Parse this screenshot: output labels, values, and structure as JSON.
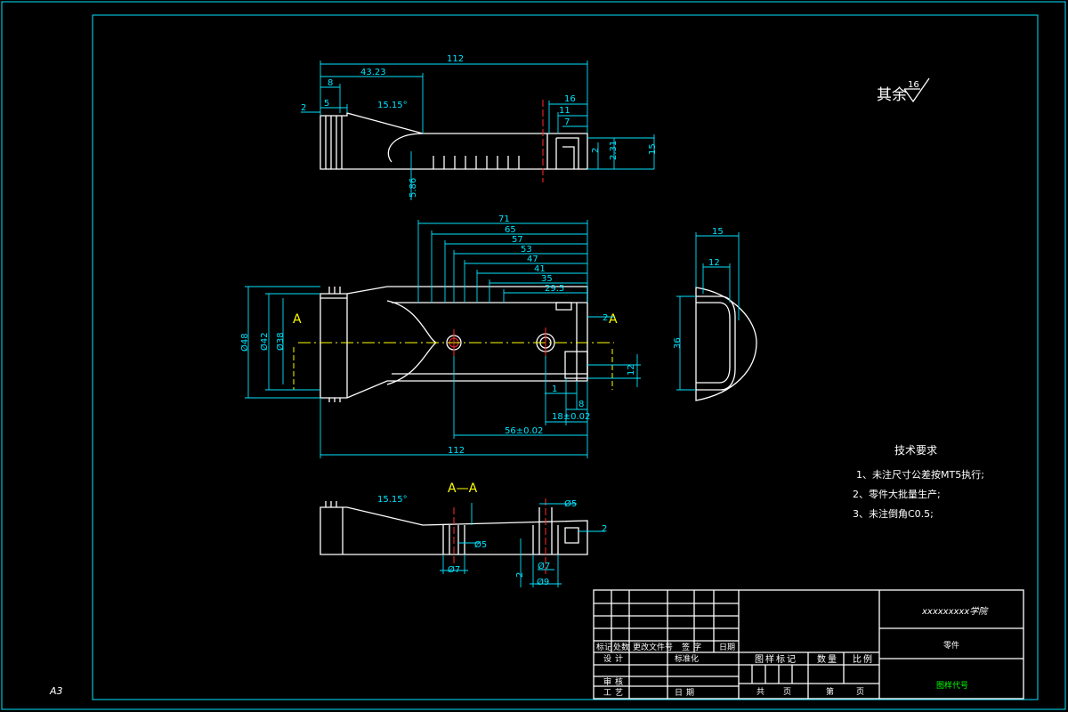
{
  "sheet": {
    "size": "A3",
    "surface_finish_prefix": "其余",
    "surface_finish_value": "16"
  },
  "top_view": {
    "dims": [
      "112",
      "43.23",
      "8",
      "5",
      "2",
      "15.15°",
      "16",
      "11",
      "7",
      "2",
      "2.31",
      "15",
      "5.86"
    ]
  },
  "front_view": {
    "dims_top": [
      "71",
      "65",
      "57",
      "53",
      "47",
      "41",
      "35",
      "29.5"
    ],
    "dims_left": [
      "Ø48",
      "Ø42",
      "Ø38"
    ],
    "dims_bottom": [
      "1",
      "8",
      "18±0.02",
      "56±0.02",
      "112"
    ],
    "dims_right": [
      "12"
    ],
    "section_letter": "A",
    "section_offset": "2"
  },
  "side_view": {
    "dims": [
      "15",
      "12",
      "36"
    ]
  },
  "section_view": {
    "title": "A—A",
    "dims": [
      "15.15°",
      "Ø5",
      "Ø5",
      "Ø7",
      "Ø7",
      "Ø9",
      "2",
      "2"
    ]
  },
  "tech_requirements": {
    "title": "技术要求",
    "items": [
      "1、未注尺寸公差按MT5执行;",
      "2、零件大批量生产;",
      "3、未注倒角C0.5;"
    ]
  },
  "title_block": {
    "school": "xxxxxxxxx学院",
    "part_name": "零件",
    "drawing_no": "图样代号",
    "headers": [
      "标记",
      "处数",
      "更改文件号",
      "签字",
      "日期"
    ],
    "row_design": "设计",
    "row_standard": "标准化",
    "row_review": "审核",
    "row_process": "工艺",
    "row_date": "日期",
    "stage_mark": "图样标记",
    "quantity": "数量",
    "scale": "比例",
    "total": "共",
    "page_unit": "页",
    "sheet_no": "第",
    "page_unit2": "页"
  },
  "colors": {
    "outline": "#ffffff",
    "dimension": "#00e5ff",
    "centerline": "#ffff00",
    "axis": "#ff2a2a",
    "border": "#00e5ff",
    "green_text": "#00ff00"
  }
}
